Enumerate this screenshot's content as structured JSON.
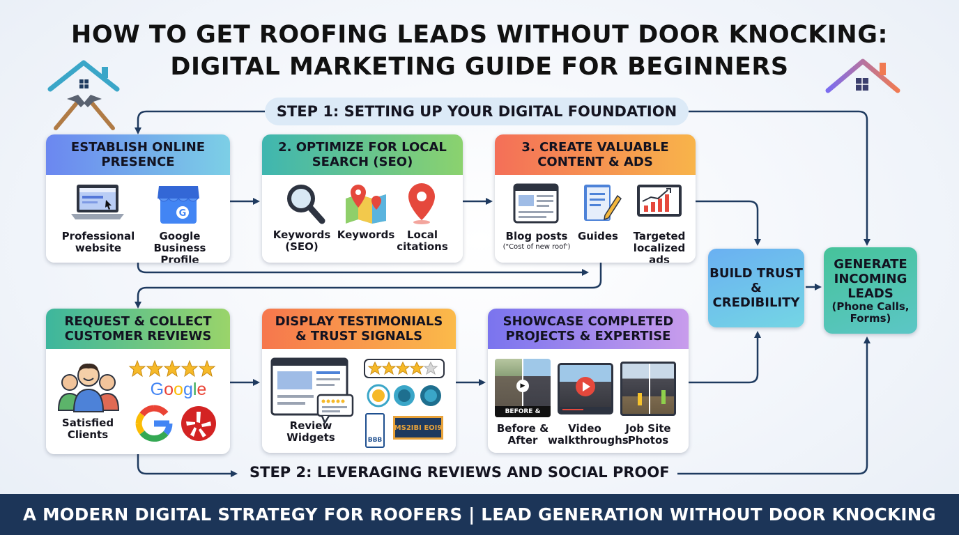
{
  "title": {
    "line1": "HOW TO GET ROOFING LEADS WITHOUT DOOR KNOCKING:",
    "line2": "DIGITAL MARKETING GUIDE FOR BEGINNERS"
  },
  "step1_label": "STEP 1:  SETTING UP YOUR DIGITAL FOUNDATION",
  "step2_label": "STEP 2: LEVERAGING REVIEWS AND SOCIAL PROOF",
  "cards": [
    {
      "title": "ESTABLISH ONLINE PRESENCE",
      "items": [
        {
          "label": "Professional website",
          "icon": "laptop-icon"
        },
        {
          "label": "Google Business Profile",
          "icon": "google-business-icon"
        }
      ]
    },
    {
      "title": "2. OPTIMIZE FOR LOCAL SEARCH (SEO)",
      "items": [
        {
          "label": "Keywords (SEO)",
          "icon": "magnifier-icon"
        },
        {
          "label": "Keywords",
          "icon": "map-pin-icon"
        },
        {
          "label": "Local citations",
          "icon": "location-pin-icon"
        }
      ]
    },
    {
      "title": "3. CREATE VALUABLE CONTENT & ADS",
      "items": [
        {
          "label": "Blog posts",
          "note": "(\"Cost of new roof')",
          "icon": "browser-icon"
        },
        {
          "label": "Guides",
          "icon": "document-pencil-icon"
        },
        {
          "label": "Targeted localized ads",
          "icon": "chart-tablet-icon"
        }
      ]
    },
    {
      "title": "REQUEST & COLLECT CUSTOMER REVIEWS",
      "items": [
        {
          "label": "Satisfied Clients",
          "icon": "people-icon"
        },
        {
          "label": "Google",
          "icon": "google-logo-icon"
        }
      ]
    },
    {
      "title": "DISPLAY TESTIMONIALS & TRUST SIGNALS",
      "items": [
        {
          "label": "Review Widgets",
          "icon": "review-widget-icon"
        }
      ],
      "badges": [
        "BBB",
        "MS2IBI EOI9"
      ]
    },
    {
      "title": "SHOWCASE COMPLETED PROJECTS & EXPERTISE",
      "items": [
        {
          "label": "Before & After",
          "icon": "before-after-photo",
          "overlay": "BEFORE & AFTER"
        },
        {
          "label": "Video walkthroughs",
          "icon": "video-play-icon"
        },
        {
          "label": "Job Site Photos",
          "icon": "job-site-photo"
        }
      ]
    }
  ],
  "trust_box": "BUILD TRUST & CREDIBILITY",
  "leads_box": {
    "title": "GENERATE INCOMING LEADS",
    "sub": "(Phone Calls, Forms)"
  },
  "footer": "A MODERN DIGITAL STRATEGY FOR ROOFERS | LEAD GENERATION WITHOUT DOOR KNOCKING",
  "colors": {
    "arrow": "#1e3a5f",
    "footer_bg": "#1c3558",
    "step_pill": "#dceaf7"
  }
}
